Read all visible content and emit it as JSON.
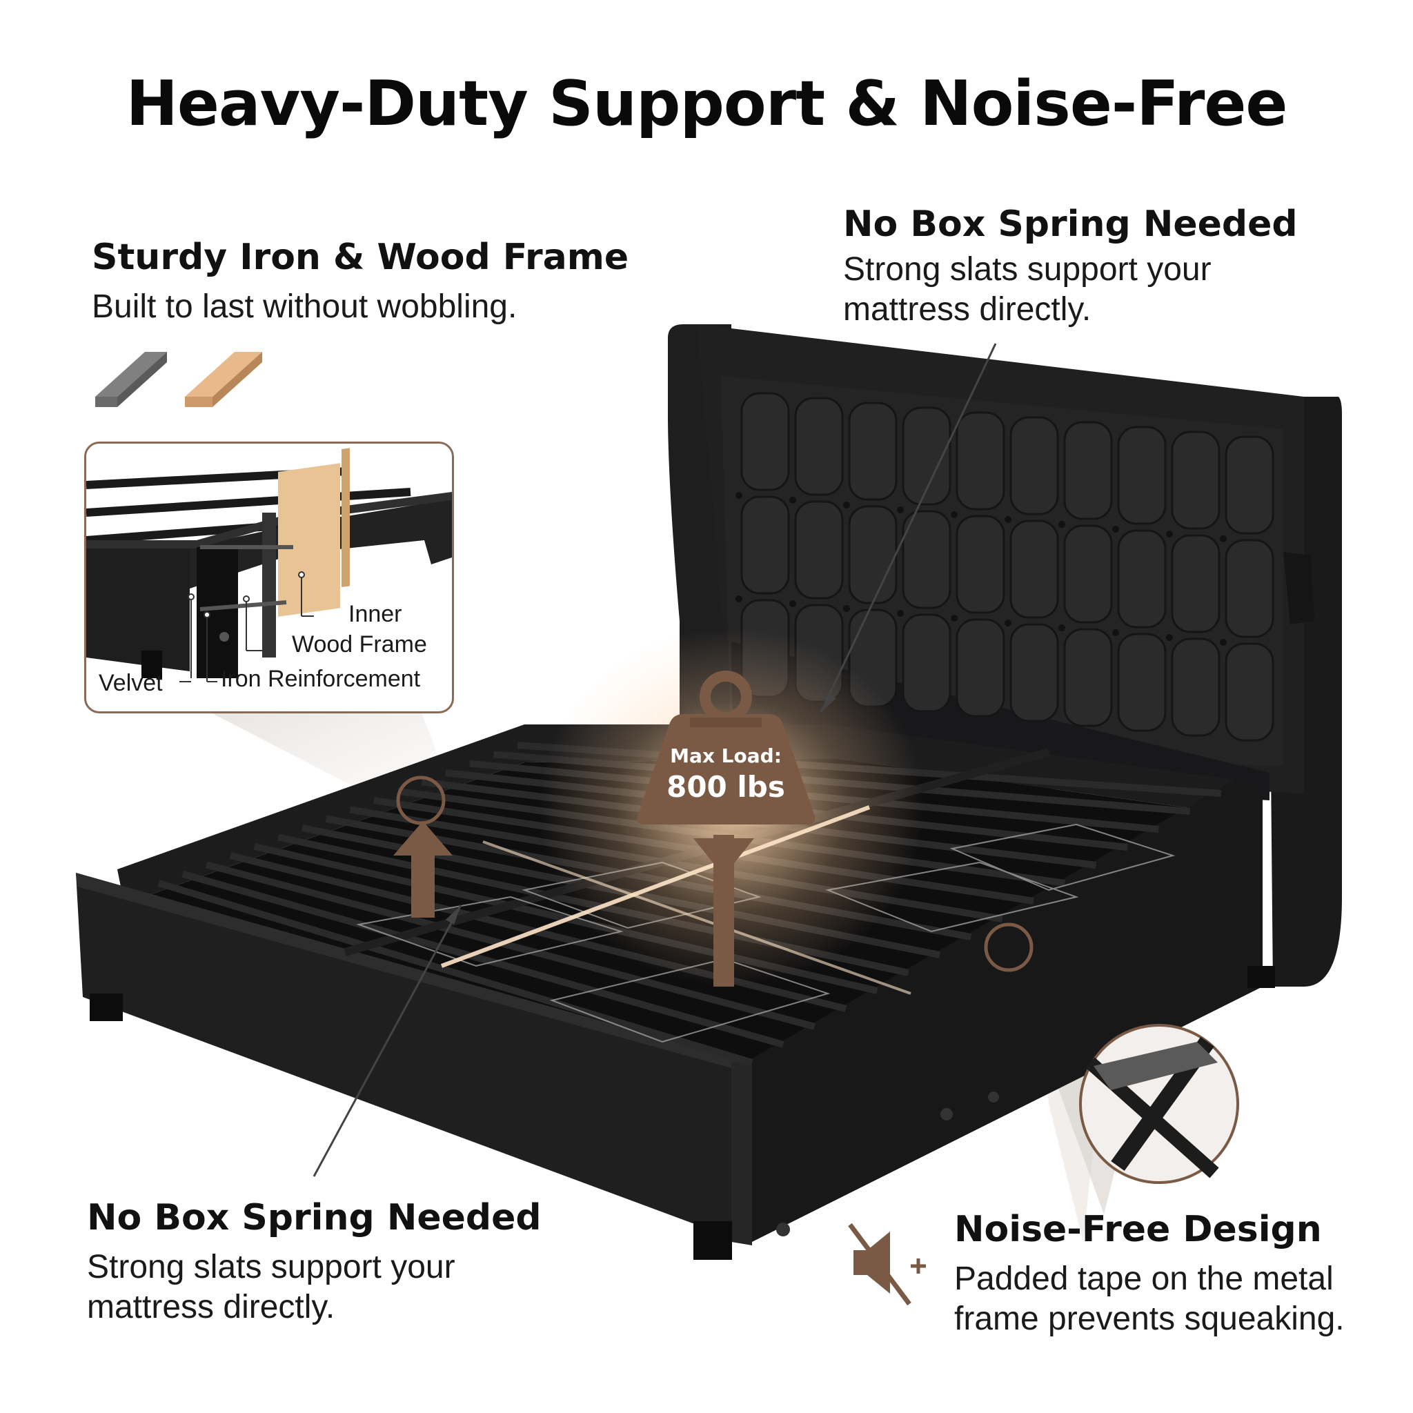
{
  "page_title": "Heavy-Duty Support & Noise-Free",
  "features": {
    "frame": {
      "heading": "Sturdy Iron & Wood Frame",
      "text": "Built to last without wobbling."
    },
    "no_box_top": {
      "heading": "No Box Spring Needed",
      "line1": "Strong slats support your",
      "line2": "mattress directly."
    },
    "no_box_bottom": {
      "heading": "No Box Spring Needed",
      "line1": "Strong slats support your",
      "line2": "mattress directly."
    },
    "noise": {
      "heading": "Noise-Free Design",
      "line1": "Padded tape on the metal",
      "line2": "frame prevents squeaking."
    }
  },
  "inset_labels": {
    "inner": "Inner",
    "wood": "Wood Frame",
    "velvet": "Velvet",
    "iron": "Iron Reinforcement"
  },
  "load_badge": {
    "label": "Max Load:",
    "value": "800 lbs"
  },
  "icons": [
    "iron-bar-icon",
    "wood-plank-icon",
    "weight-icon",
    "mute-icon"
  ],
  "colors": {
    "accent_brown": "#7a5a45",
    "bed_black": "#1b1b1c",
    "wood": "#e3b78a"
  }
}
